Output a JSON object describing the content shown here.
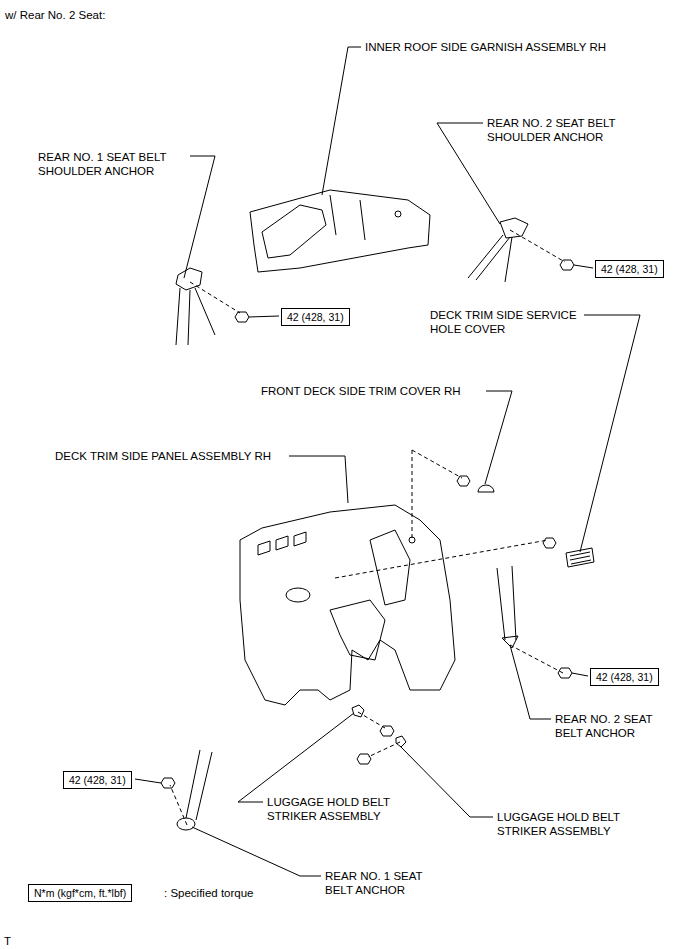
{
  "diagram": {
    "title": "w/ Rear No. 2 Seat:",
    "nodes": [
      {
        "text": [
          "42 (428, 31)"
        ]
      },
      {
        "text": [
          "42 (428, 31)"
        ]
      },
      {
        "text": [
          "42 (428, 31)"
        ]
      },
      {
        "text": [
          "42 (428, 31)"
        ]
      },
      {
        "text": [
          "N*m (kgf*cm, ft.*lbf)"
        ]
      }
    ],
    "labels": [
      "INNER ROOF SIDE GARNISH ASSEMBLY RH",
      "REAR NO. 2 SEAT BELT SHOULDER ANCHOR",
      "REAR NO. 1 SEAT BELT SHOULDER ANCHOR",
      "DECK TRIM SIDE SERVICE HOLE COVER",
      "FRONT DECK SIDE TRIM COVER RH",
      "DECK TRIM SIDE PANEL ASSEMBLY RH",
      "REAR NO. 2 SEAT BELT ANCHOR",
      "LUGGAGE HOLD BELT STRIKER ASSEMBLY",
      "LUGGAGE HOLD BELT STRIKER ASSEMBLY",
      "REAR NO. 1 SEAT BELT ANCHOR",
      ": Specified torque",
      "T"
    ]
  }
}
